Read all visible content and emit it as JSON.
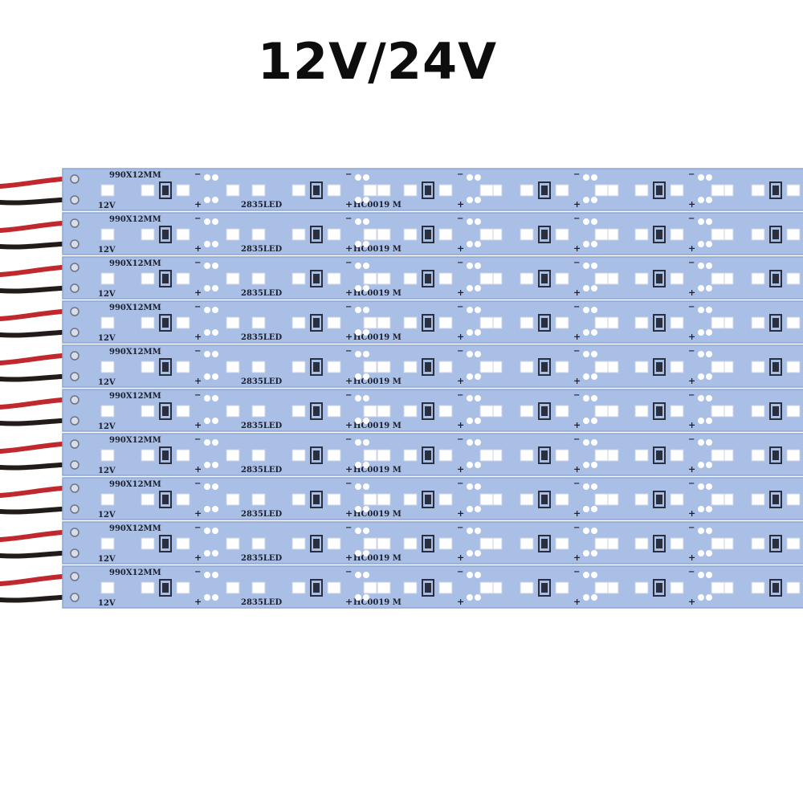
{
  "headline": "12V/24V",
  "strip": {
    "count": 10,
    "size_marking": "990X12MM",
    "voltage_marking": "12V",
    "led_marking": "2835LED",
    "model_marking": "HC0019 M",
    "pcb_color": "#a9bfe6",
    "pcb_edge_color": "#8ea6d4",
    "led_color": "#ffffff",
    "chip_color": "#2b2f3d",
    "wire_red": "#c0282e",
    "wire_black": "#231a1a"
  }
}
